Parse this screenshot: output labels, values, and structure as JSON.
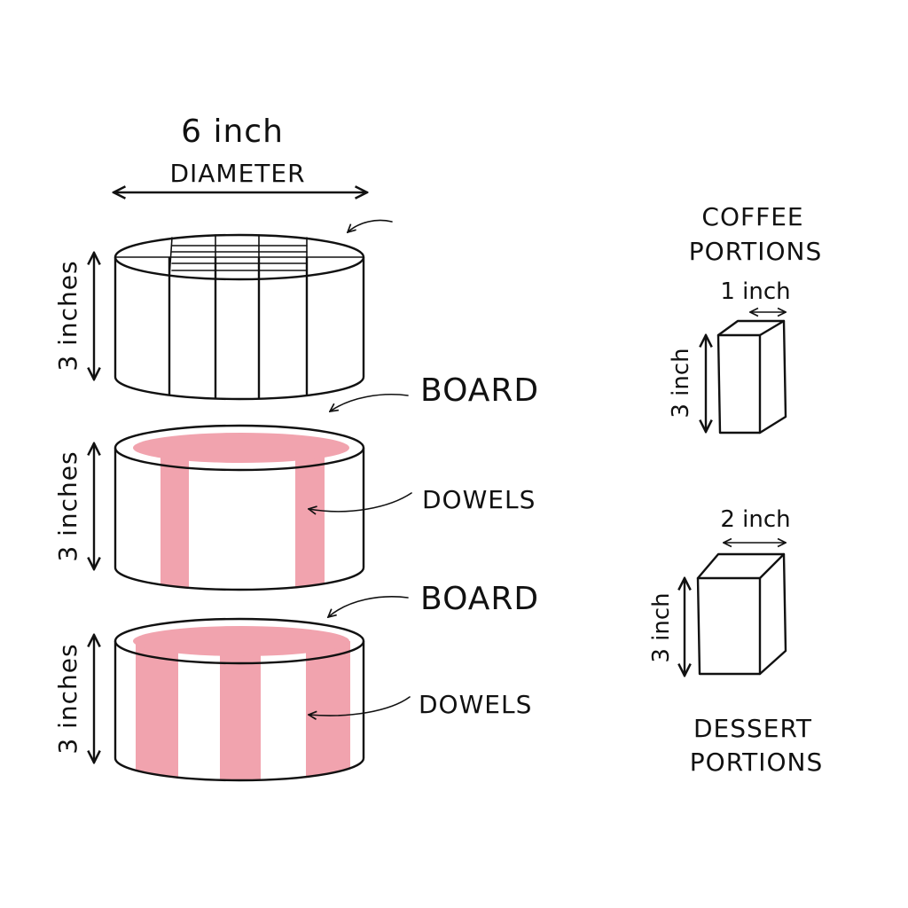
{
  "colors": {
    "fill": "#f1a3ae",
    "line": "#111111",
    "background": "#ffffff"
  },
  "cake": {
    "diameter_value": "6 inch",
    "diameter_label": "DIAMETER",
    "tier_height_label": "3 inches",
    "board_label": "BOARD",
    "dowels_label": "DOWELS"
  },
  "coffee": {
    "title_line1": "COFFEE",
    "title_line2": "PORTIONS",
    "width_label": "1 inch",
    "height_label": "3 inch"
  },
  "dessert": {
    "title_line1": "DESSERT",
    "title_line2": "PORTIONS",
    "width_label": "2 inch",
    "height_label": "3 inch"
  }
}
